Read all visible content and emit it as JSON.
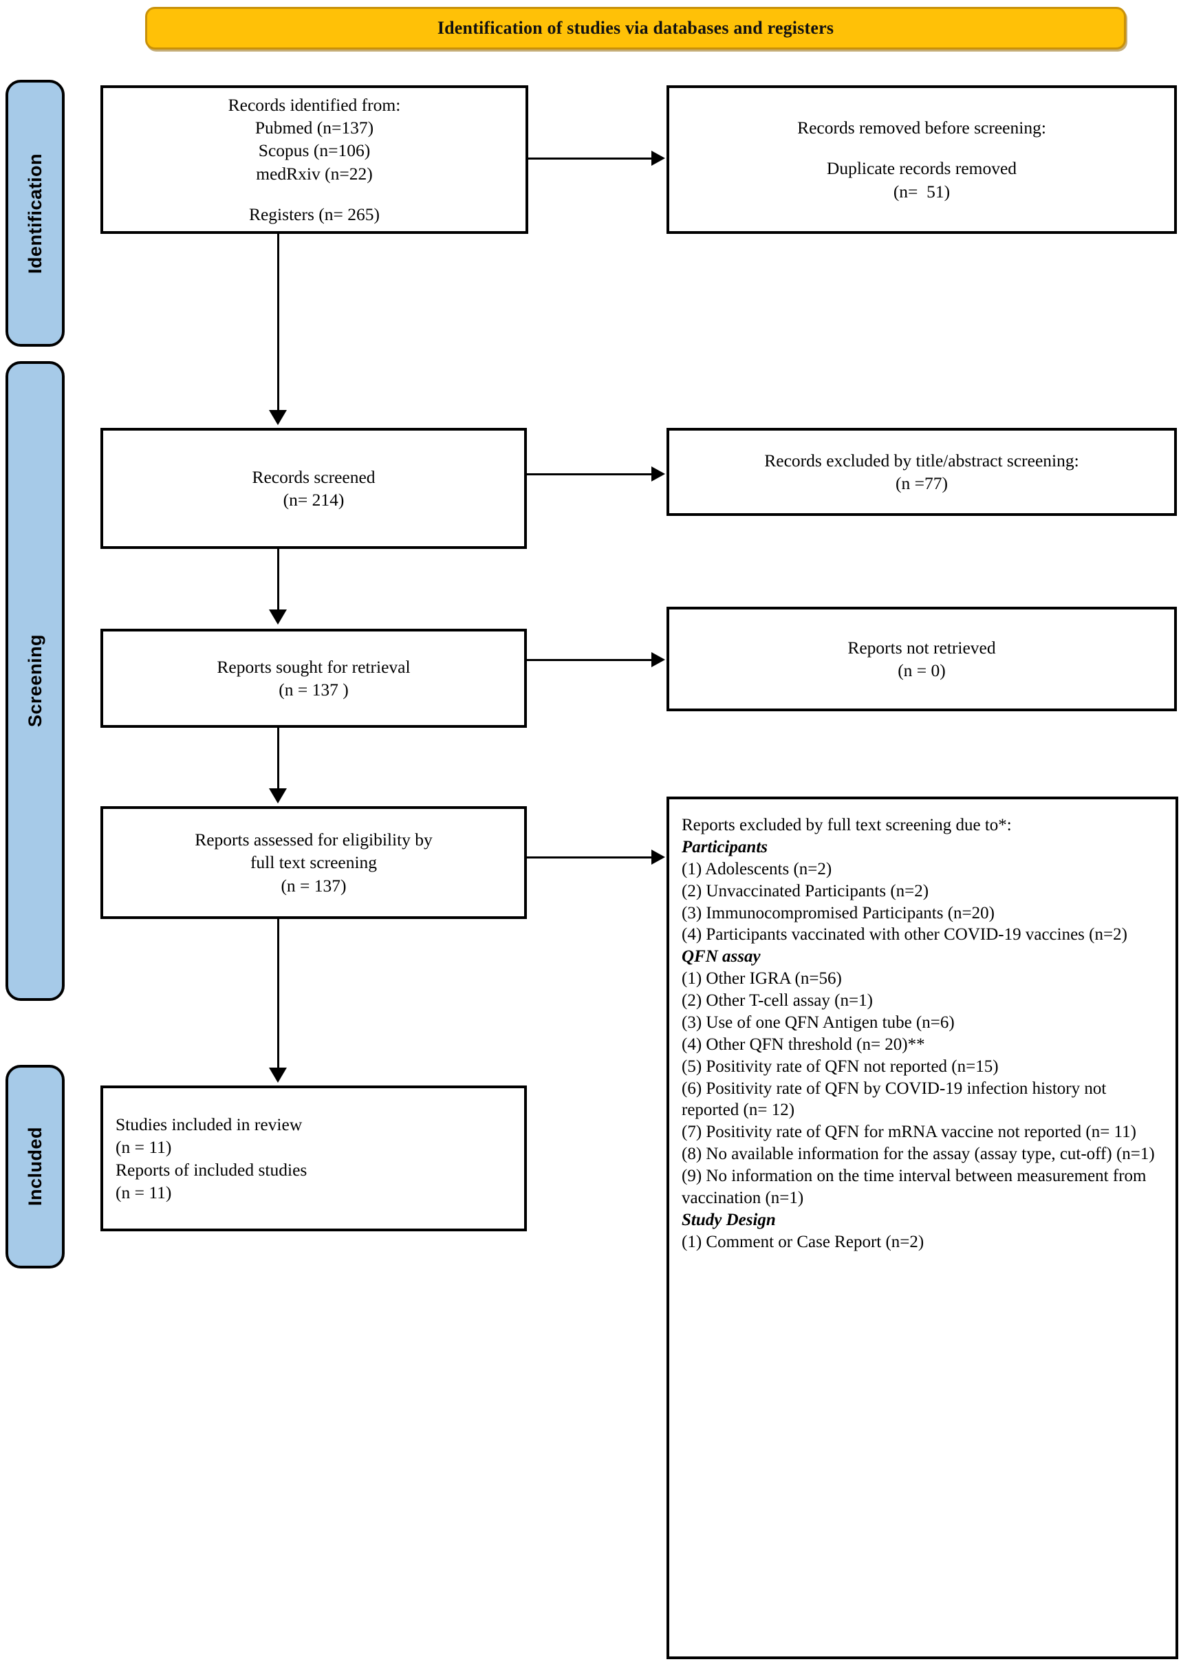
{
  "banner": {
    "title": "Identification of studies via databases and registers"
  },
  "stages": [
    {
      "name": "identification",
      "label": "Identification"
    },
    {
      "name": "screening",
      "label": "Screening"
    },
    {
      "name": "included",
      "label": "Included"
    }
  ],
  "boxes": {
    "identified": {
      "name": "records-identified-box",
      "lines": [
        "Records identified from:",
        "Pubmed (n=137)",
        "Scopus (n=106)",
        "medRxiv (n=22)",
        "",
        "Registers (n= 265)"
      ]
    },
    "removed": {
      "name": "records-removed-box",
      "lines": [
        "Records removed before screening:",
        "",
        "Duplicate records removed",
        "(n=  51)"
      ]
    },
    "screened": {
      "name": "records-screened-box",
      "lines": [
        "Records screened",
        "(n= 214)"
      ]
    },
    "excluded_title_abstract": {
      "name": "records-excluded-title-abstract-box",
      "lines": [
        "Records excluded by title/abstract screening:",
        "(n =77)"
      ]
    },
    "sought": {
      "name": "reports-sought-box",
      "lines": [
        "Reports sought for retrieval",
        "(n = 137 )"
      ]
    },
    "not_retrieved": {
      "name": "reports-not-retrieved-box",
      "lines": [
        "Reports not retrieved",
        "(n = 0)"
      ]
    },
    "assessed": {
      "name": "reports-assessed-box",
      "lines": [
        "Reports assessed for eligibility by",
        "full text screening",
        "(n = 137)"
      ]
    },
    "fulltext_excluded": {
      "name": "reports-excluded-fulltext-box",
      "heading": "Reports excluded by full text screening due to*:",
      "groups": [
        {
          "title": "Participants",
          "items": [
            "(1) Adolescents (n=2)",
            "(2) Unvaccinated Participants (n=2)",
            "(3) Immunocompromised Participants (n=20)",
            "(4) Participants vaccinated with other COVID-19 vaccines (n=2)"
          ]
        },
        {
          "title": "QFN assay",
          "items": [
            "(1) Other IGRA (n=56)",
            "(2) Other T-cell assay (n=1)",
            "(3) Use of one QFN Antigen tube (n=6)",
            "(4) Other QFN threshold (n= 20)**",
            "(5) Positivity rate of QFN not reported (n=15)",
            "(6) Positivity rate of QFN by COVID-19 infection history not reported (n= 12)",
            "(7) Positivity rate of QFN for mRNA vaccine not reported (n= 11)",
            "(8) No available information for the assay (assay type, cut-off) (n=1)",
            "(9) No information on the time interval between measurement from vaccination (n=1)"
          ]
        },
        {
          "title": "Study Design",
          "items": [
            "(1) Comment or Case Report (n=2)"
          ]
        }
      ]
    },
    "included": {
      "name": "studies-included-box",
      "lines": [
        "Studies included in review",
        "(n = 11)",
        "Reports of included studies",
        "(n = 11)"
      ]
    }
  },
  "colors": {
    "banner_fill": "#FFC107",
    "banner_border": "#C8910A",
    "stage_fill": "#A6CAE8",
    "box_border": "#000000",
    "text": "#000000"
  }
}
